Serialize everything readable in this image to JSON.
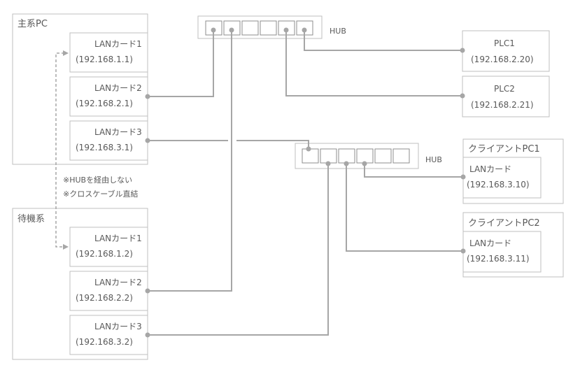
{
  "main_pc": {
    "title": "主系PC",
    "cards": [
      {
        "name": "LANカード1",
        "ip": "(192.168.1.1)"
      },
      {
        "name": "LANカード2",
        "ip": "(192.168.2.1)"
      },
      {
        "name": "LANカード3",
        "ip": "(192.168.3.1)"
      }
    ]
  },
  "standby_pc": {
    "title": "待機系",
    "cards": [
      {
        "name": "LANカード1",
        "ip": "(192.168.1.2)"
      },
      {
        "name": "LANカード2",
        "ip": "(192.168.2.2)"
      },
      {
        "name": "LANカード3",
        "ip": "(192.168.3.2)"
      }
    ]
  },
  "notes": [
    "※HUBを経由しない",
    "※クロスケーブル直結"
  ],
  "hub1": {
    "label": "HUB"
  },
  "hub2": {
    "label": "HUB"
  },
  "plc1": {
    "name": "PLC1",
    "ip": "(192.168.2.20)"
  },
  "plc2": {
    "name": "PLC2",
    "ip": "(192.168.2.21)"
  },
  "client1": {
    "title": "クライアントPC1",
    "card": "LANカード",
    "ip": "(192.168.3.10)"
  },
  "client2": {
    "title": "クライアントPC2",
    "card": "LANカード",
    "ip": "(192.168.3.11)"
  }
}
